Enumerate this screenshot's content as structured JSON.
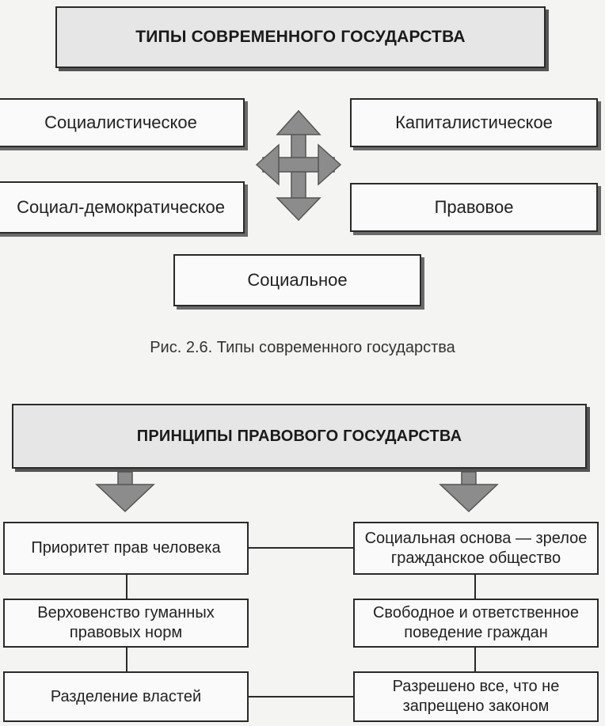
{
  "figure1": {
    "title": "ТИПЫ СОВРЕМЕННОГО ГОСУДАРСТВА",
    "types": {
      "socialist": "Социалистическое",
      "capitalist": "Капиталистическое",
      "social_democratic": "Социал-демократическое",
      "legal": "Правовое",
      "social": "Социальное"
    },
    "caption": "Рис. 2.6. Типы современного государства"
  },
  "figure2": {
    "title": "ПРИНЦИПЫ ПРАВОВОГО ГОСУДАРСТВА",
    "left": [
      "Приоритет прав человека",
      "Верховенство гуманных правовых норм",
      "Разделение властей"
    ],
    "right": [
      "Социальная основа — зрелое гражданское общество",
      "Свободное и ответственное поведение граждан",
      "Разрешено все, что не запрещено законом"
    ]
  }
}
